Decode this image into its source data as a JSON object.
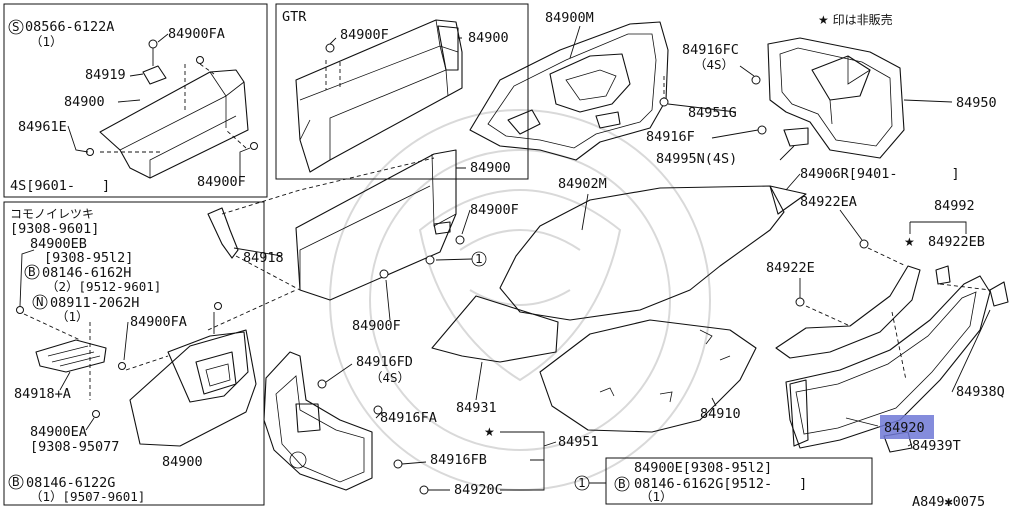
{
  "legend_note": "★ 印は非販売",
  "figure_code": "A849✱0075",
  "gtr_label": "GTR",
  "circle_ref": "1",
  "labels": {
    "p08566": "08566-6122A",
    "p08566_qty": "（1）",
    "p84900FA_tl": "84900FA",
    "p84919": "84919",
    "p84900_tl": "84900",
    "p84961E": "84961E",
    "p4S9601": "4S[9601-　　]",
    "p84900F_tl": "84900F",
    "p84900F_gtr": "84900F",
    "p84900_gtr": "84900",
    "p84900M": "84900M",
    "p84916FC": "84916FC",
    "p84916FC_qty": "（4S）",
    "p84951G": "84951G",
    "p84916F": "84916F",
    "p84995N": "84995N(4S)",
    "p84950": "84950",
    "p84900_mid": "84900",
    "p84902M": "84902M",
    "p84906R": "84906R[9401-　　　　]",
    "p84900F_mid": "84900F",
    "p84918": "84918",
    "p84900F_low": "84900F",
    "p84922EA": "84922EA",
    "p84992": "84992",
    "p84922EB": "84922EB",
    "p84922E": "84922E",
    "p84938Q": "84938Q",
    "p84920": "84920",
    "p84939T": "84939T",
    "p84910": "84910",
    "p84931": "84931",
    "p84916FD": "84916FD",
    "p84916FD_qty": "（4S）",
    "p84916FA": "84916FA",
    "p84951": "84951",
    "p84916FB": "84916FB",
    "p84920C": "84920C",
    "ll_title": "コモノイレツキ",
    "ll_range": "[9308-9601]",
    "p84900EB": "84900EB",
    "p84900EB_range": "[9308-95l2]",
    "p08146H": "08146-6162H",
    "p08146H_qty": "（2）[9512-9601]",
    "p08911": "08911-2062H",
    "p08911_qty": "（1）",
    "p84900FA_ll": "84900FA",
    "p84918A": "84918+A",
    "p84900EA": "84900EA",
    "p84900EA_range": "[9308-95077",
    "p84900_ll": "84900",
    "p08146G": "08146-6122G",
    "p08146G_qty": "（1）[9507-9601]",
    "br_line1": "84900E[9308-95l2]",
    "br_line2": "08146-6162G[9512-　　]",
    "br_line3": "（1）",
    "circ_S": "S",
    "circ_B": "B",
    "circ_N": "N"
  },
  "highlight": {
    "label": "84920",
    "color": "#6f78d6"
  }
}
